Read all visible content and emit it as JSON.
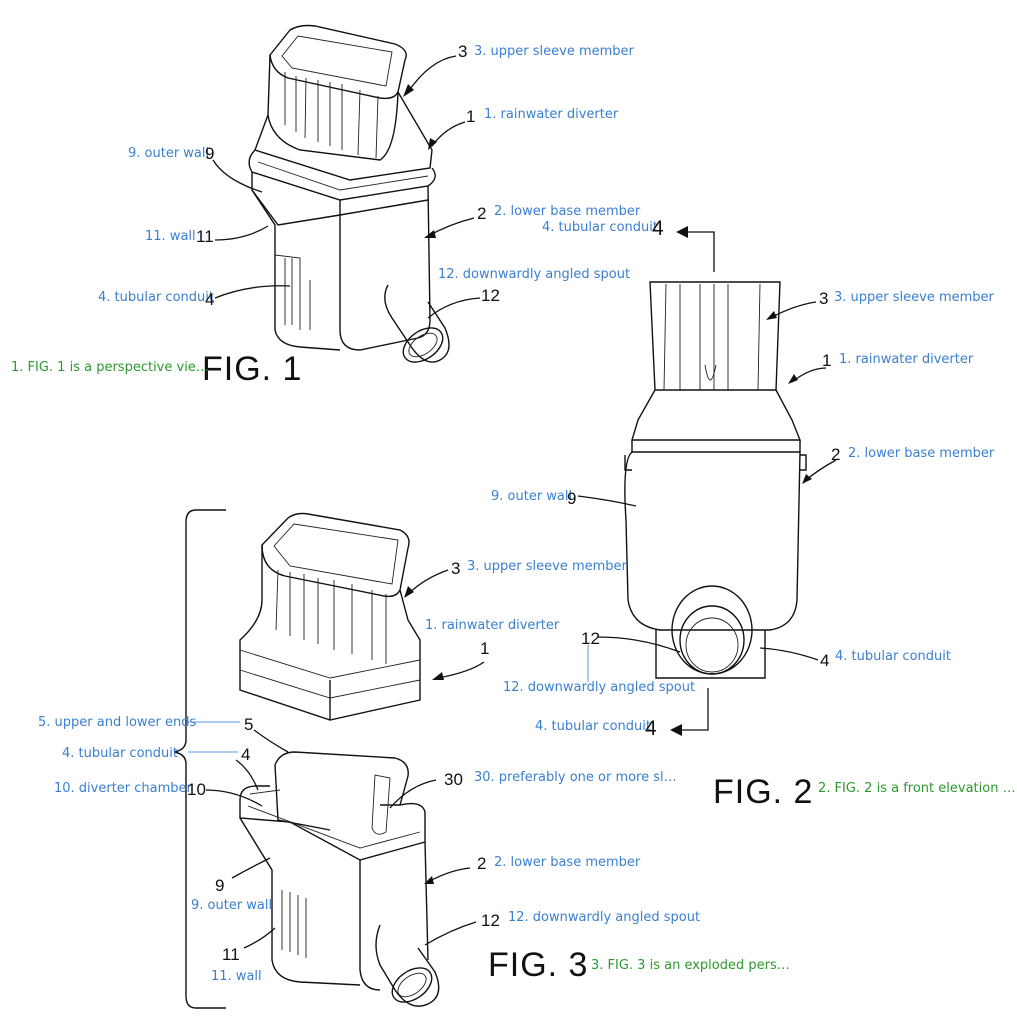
{
  "figures": {
    "fig1": {
      "title": "FIG. 1",
      "caption": "1. FIG. 1 is a perspective vie…",
      "labels": [
        {
          "id": "f1-3",
          "num": "3",
          "text": "3. upper sleeve member"
        },
        {
          "id": "f1-1",
          "num": "1",
          "text": "1. rainwater diverter"
        },
        {
          "id": "f1-9",
          "num": "9",
          "text": "9. outer wall"
        },
        {
          "id": "f1-2",
          "num": "2",
          "text": "2. lower base member"
        },
        {
          "id": "f1-11",
          "num": "11",
          "text": "11. wall"
        },
        {
          "id": "f1-12",
          "num": "12",
          "text": "12. downwardly angled spout"
        },
        {
          "id": "f1-4",
          "num": "4",
          "text": "4. tubular conduit"
        }
      ]
    },
    "fig2": {
      "title": "FIG. 2",
      "caption": "2. FIG. 2 is a front elevation …",
      "labels": [
        {
          "id": "f2-4a",
          "num": "4",
          "text": "4. tubular conduit"
        },
        {
          "id": "f2-3",
          "num": "3",
          "text": "3. upper sleeve member"
        },
        {
          "id": "f2-1",
          "num": "1",
          "text": "1. rainwater diverter"
        },
        {
          "id": "f2-2",
          "num": "2",
          "text": "2. lower base member"
        },
        {
          "id": "f2-9",
          "num": "9",
          "text": "9. outer wall"
        },
        {
          "id": "f2-12",
          "num": "12",
          "text": "12. downwardly angled spout"
        },
        {
          "id": "f2-4b",
          "num": "4",
          "text": "4. tubular conduit"
        },
        {
          "id": "f2-4c",
          "num": "4",
          "text": "4. tubular conduit"
        }
      ]
    },
    "fig3": {
      "title": "FIG. 3",
      "caption": "3. FIG. 3 is an exploded pers…",
      "labels": [
        {
          "id": "f3-3",
          "num": "3",
          "text": "3. upper sleeve member"
        },
        {
          "id": "f3-1",
          "num": "1",
          "text": "1. rainwater diverter"
        },
        {
          "id": "f3-5",
          "num": "5",
          "text": "5. upper and lower ends"
        },
        {
          "id": "f3-4",
          "num": "4",
          "text": "4. tubular conduit"
        },
        {
          "id": "f3-30",
          "num": "30",
          "text": "30. preferably one or more sl…"
        },
        {
          "id": "f3-10",
          "num": "10",
          "text": "10. diverter chamber"
        },
        {
          "id": "f3-2",
          "num": "2",
          "text": "2. lower base member"
        },
        {
          "id": "f3-9",
          "num": "9",
          "text": "9. outer wall"
        },
        {
          "id": "f3-12",
          "num": "12",
          "text": "12. downwardly angled spout"
        },
        {
          "id": "f3-11",
          "num": "11",
          "text": "11. wall"
        }
      ]
    }
  }
}
